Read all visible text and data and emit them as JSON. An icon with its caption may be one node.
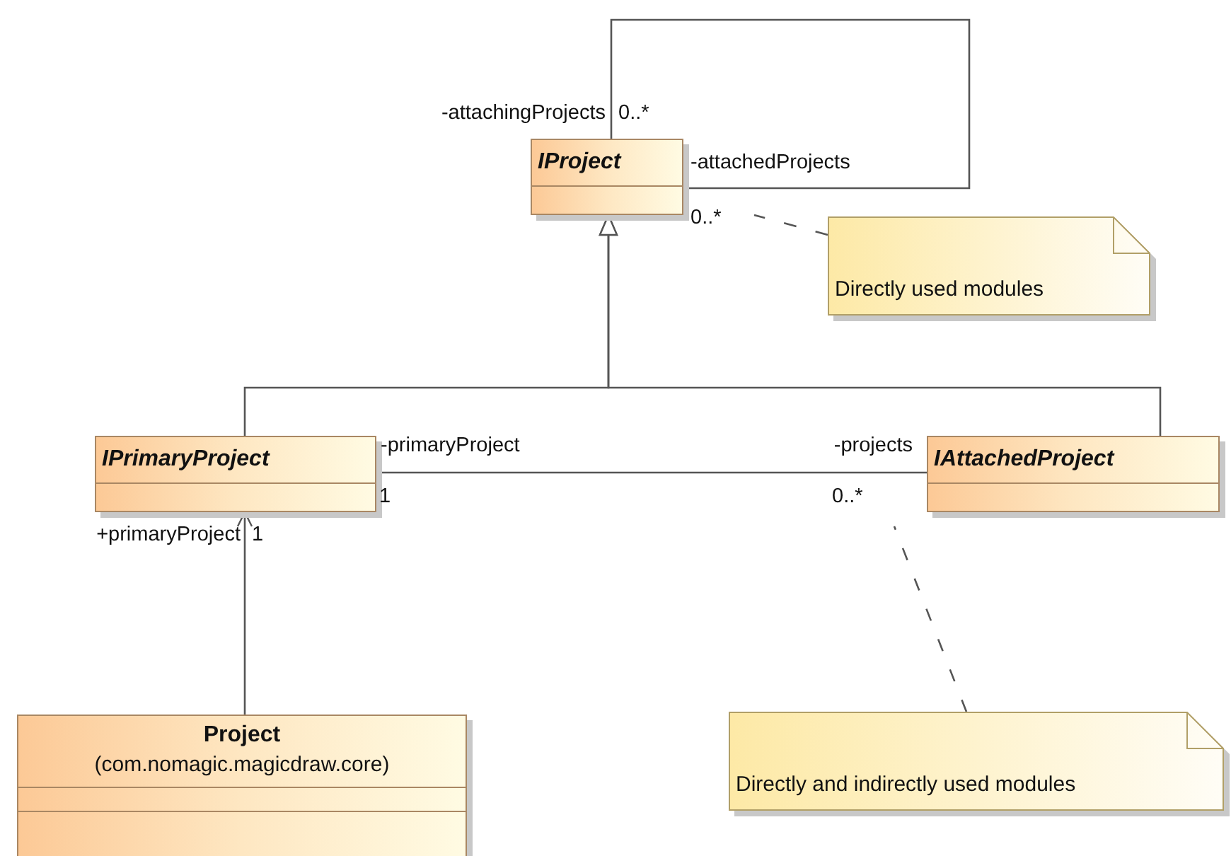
{
  "diagram": {
    "nodes": [
      {
        "text": [
          "IProject"
        ]
      },
      {
        "text": [
          "Directly used modules"
        ]
      },
      {
        "text": [
          "IPrimaryProject"
        ]
      },
      {
        "text": [
          "IAttachedProject"
        ]
      },
      {
        "text": [
          "Project",
          "(com.nomagic.magicdraw.core)"
        ]
      },
      {
        "text": [
          "Directly and indirectly used modules"
        ]
      }
    ],
    "edges": [
      {
        "from": 0,
        "to": 0,
        "arrow": "none"
      },
      {
        "from": 2,
        "to": 0,
        "arrow": "to"
      },
      {
        "from": 3,
        "to": 0,
        "arrow": "to"
      },
      {
        "from": 2,
        "to": 3,
        "arrow": "none"
      },
      {
        "from": 4,
        "to": 2,
        "arrow": "to"
      },
      {
        "from": 1,
        "to": null,
        "arrow": "none",
        "style": "dashed"
      },
      {
        "from": 5,
        "to": null,
        "arrow": "none",
        "style": "dashed"
      }
    ],
    "labels": [
      "-attachingProjects",
      "0..*",
      "-attachedProjects",
      "0..*",
      "-primaryProject",
      "1",
      "-projects",
      "0..*",
      "+primaryProject",
      "1"
    ]
  }
}
